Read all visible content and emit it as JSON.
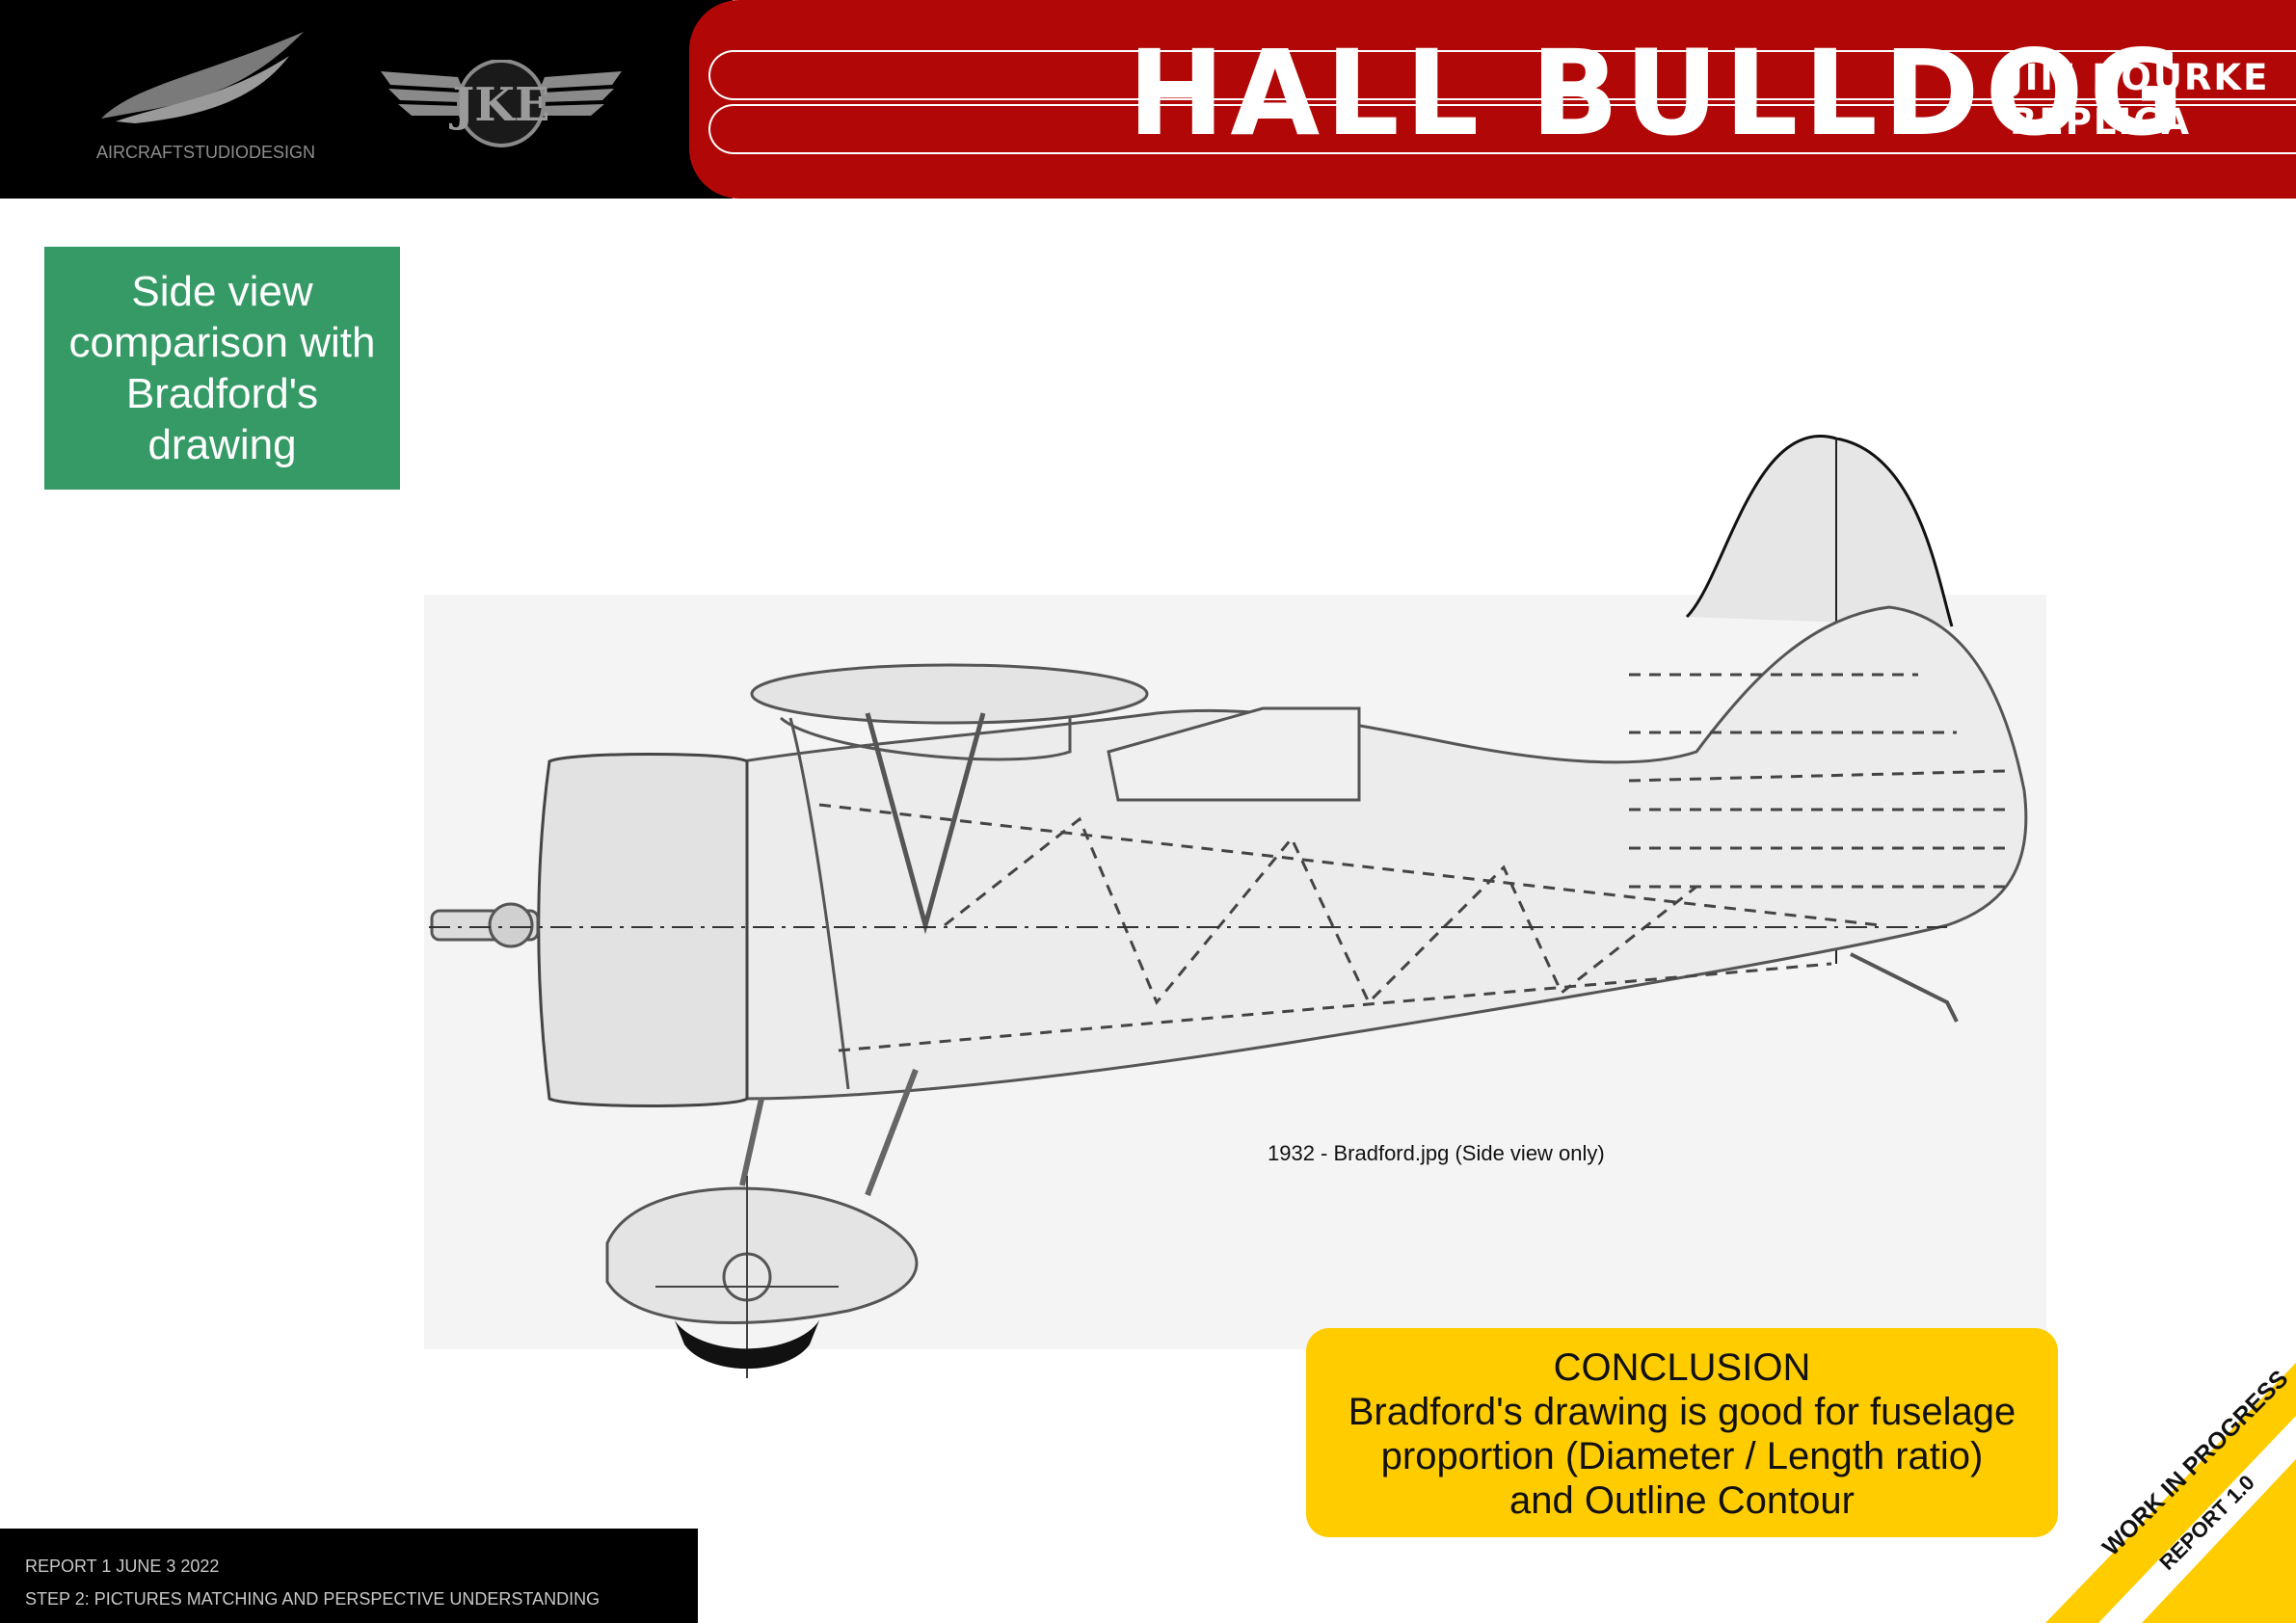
{
  "header": {
    "title": "HALL BULLDOG",
    "subtitle_line1": "JIM BOURKE",
    "subtitle_line2": "REPLICA",
    "studio_logo_text": "AIRCRAFTSTUDIODESIGN",
    "jke_logo_text": "JKE"
  },
  "side_label": "Side view comparison with Bradford's drawing",
  "drawing": {
    "caption": "1932 - Bradford.jpg (Side view only)"
  },
  "conclusion": {
    "heading": "CONCLUSION",
    "line1": "Bradford's drawing is good for fuselage",
    "line2": "proportion (Diameter / Length ratio)",
    "line3": "and Outline Contour"
  },
  "footer": {
    "line1": "REPORT 1 JUNE 3 2022",
    "line2": "STEP 2: PICTURES MATCHING AND PERSPECTIVE UNDERSTANDING"
  },
  "badge": {
    "status": "WORK IN PROGRESS",
    "version": "REPORT 1.0"
  },
  "colors": {
    "header_red": "#b20707",
    "label_green": "#369a66",
    "conclusion_yellow": "#ffcc00",
    "badge_yellow": "#ffcc00"
  }
}
